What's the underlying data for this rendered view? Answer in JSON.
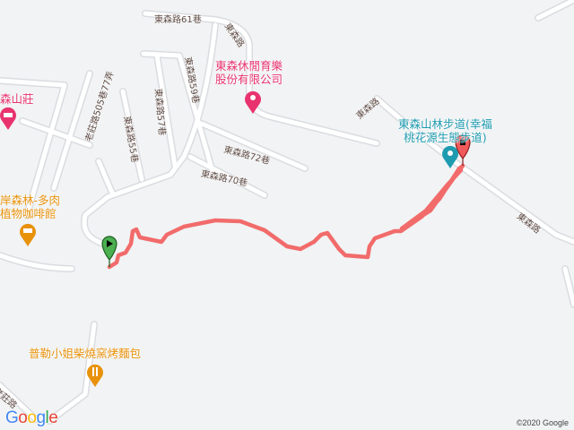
{
  "map": {
    "colors": {
      "background": "#f1f3f4",
      "road": "#ffffff",
      "road_edge": "#dadce0",
      "track": "#f26b6b",
      "leisure": "#e8336f",
      "food": "#e8920c",
      "trail": "#1f9bb0"
    },
    "roads": [
      "東森路61巷",
      "東森路",
      "東森路59巷",
      "東森路57巷",
      "東森路55巷",
      "老莊路505巷77弄",
      "東森路72巷",
      "東森路70巷",
      "東森路",
      "東森路",
      "老莊路"
    ],
    "pois": [
      {
        "name": "東森休閒育樂\n股份有限公司",
        "line1": "東森休閒育樂",
        "line2": "股份有限公司",
        "icon": "leisure-pin-icon"
      },
      {
        "name": "森山莊",
        "icon": "hotel-pin-icon"
      },
      {
        "line1": "岸森林-多肉",
        "line2": "植物咖啡館",
        "icon": "cafe-pin-icon"
      },
      {
        "line1": "東森山林步道(幸福",
        "line2": "桃花源生態步道)",
        "icon": "camera-pin-icon"
      },
      {
        "name": "普勒小姐柴燒窯烤麵包",
        "icon": "restaurant-pin-icon"
      }
    ],
    "markers": {
      "start": "start-marker-green",
      "end": "end-marker-red"
    },
    "logo": "Google",
    "copyright": "©2020 Google"
  }
}
